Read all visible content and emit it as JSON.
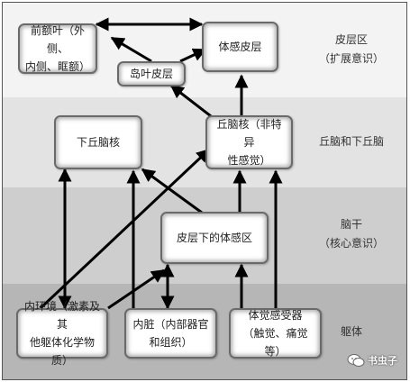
{
  "nodes": {
    "frontal_line1": "前额叶（外侧、",
    "frontal_line2": "内侧、眶额）",
    "insula": "岛叶皮层",
    "somato_cortex": "体感皮层",
    "hypothalamus": "下丘脑核",
    "thalamus_line1": "丘脑核（非特异",
    "thalamus_line2": "性感觉）",
    "subcortical": "皮层下的体感区",
    "internal_line1": "内环境（激素及其",
    "internal_line2": "他躯体化学物质）",
    "viscera_line1": "内脏（内部器官",
    "viscera_line2": "和组织）",
    "receptors_line1": "体觉感受器",
    "receptors_line2": "（触觉、痛觉等）"
  },
  "levels": {
    "cortex_line1": "皮层区",
    "cortex_line2": "（扩展意识）",
    "thalamic": "丘脑和下丘脑",
    "brainstem_line1": "脑干",
    "brainstem_line2": "（核心意识）",
    "body": "躯体"
  },
  "watermark": "书虫子"
}
